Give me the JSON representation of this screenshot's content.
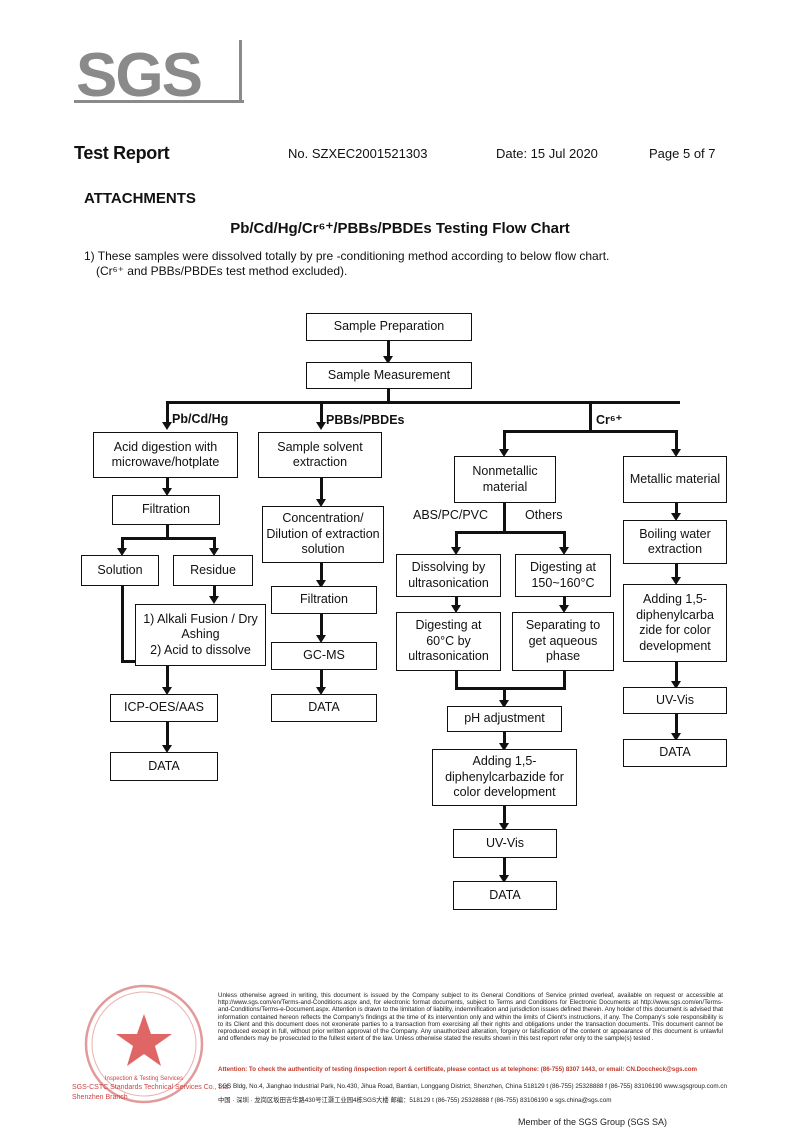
{
  "header": {
    "logo": "SGS",
    "title": "Test Report",
    "report_no": "No. SZXEC2001521303",
    "date": "Date: 15 Jul 2020",
    "page": "Page 5 of 7"
  },
  "attachments_heading": "ATTACHMENTS",
  "chart_title": "Pb/Cd/Hg/Cr⁶⁺/PBBs/PBDEs Testing Flow Chart",
  "intro": {
    "line1": "1) These samples were dissolved totally by pre -conditioning method according to below flow chart.",
    "line2": "(Cr⁶⁺ and PBBs/PBDEs test method excluded)."
  },
  "flow": {
    "sample_preparation": "Sample Preparation",
    "sample_measurement": "Sample Measurement",
    "branch_metals": "Pb/Cd/Hg",
    "branch_pbb": "PBBs/PBDEs",
    "branch_cr": "Cr⁶⁺",
    "acid_digestion": "Acid digestion with microwave/hotplate",
    "filtration_1": "Filtration",
    "solution": "Solution",
    "residue": "Residue",
    "alkali_fusion": "1) Alkali Fusion / Dry Ashing\n2) Acid to dissolve",
    "icp": "ICP-OES/AAS",
    "data_1": "DATA",
    "sample_solvent": "Sample solvent extraction",
    "concentration": "Concentration/ Dilution of extraction solution",
    "filtration_2": "Filtration",
    "gcms": "GC-MS",
    "data_2": "DATA",
    "nonmetallic": "Nonmetallic material",
    "abs_label": "ABS/PC/PVC",
    "others_label": "Others",
    "dissolving": "Dissolving by ultrasonication",
    "digesting_150": "Digesting at 150~160°C",
    "digesting_60": "Digesting at 60°C by ultrasonication",
    "separating": "Separating to get aqueous phase",
    "ph": "pH adjustment",
    "adding_center": "Adding 1,5- diphenylcarbazide for color development",
    "uvvis_center": "UV-Vis",
    "data_center": "DATA",
    "metallic": "Metallic material",
    "boiling": "Boiling water extraction",
    "adding_right": "Adding 1,5- diphenylcarba zide for color development",
    "uvvis_right": "UV-Vis",
    "data_right": "DATA"
  },
  "footer": {
    "fine_print": "Unless otherwise agreed in writing, this document is issued by the Company subject to its General Conditions of Service printed overleaf, available on request or accessible at http://www.sgs.com/en/Terms-and-Conditions.aspx and, for electronic format documents, subject to Terms and Conditions for Electronic Documents at http://www.sgs.com/en/Terms-and-Conditions/Terms-e-Document.aspx. Attention is drawn to the limitation of liability, indemnification and jurisdiction issues defined therein. Any holder of this document is advised that information contained hereon reflects the Company's findings at the time of its intervention only and within the limits of Client's instructions, if any. The Company's sole responsibility is to its Client and this document does not exonerate parties to a transaction from exercising all their rights and obligations under the transaction documents. This document cannot be reproduced except in full, without prior written approval of the Company. Any unauthorized alteration, forgery or falsification of the content or appearance of this document is unlawful and offenders may be prosecuted to the fullest extent of the law. Unless otherwise stated the results shown in this test report refer only to the sample(s) tested .",
    "attention": "Attention: To check the authenticity of testing /inspection report & certificate, please contact us at telephone: (86-755) 8307 1443, or email: CN.Doccheck@sgs.com",
    "address_en": "SGS Bldg, No.4, Jianghao Industrial Park, No.430, Jihua Road, Bantian, Longgang District, Shenzhen, China 518129   t (86-755) 25328888   f (86-755) 83106190   www.sgsgroup.com.cn",
    "address_cn": "中国 · 深圳 · 龙岗区坂田吉华路430号江灏工业园4栋SGS大楼      邮编：518129   t (86-755) 25328888   f (86-755) 83106190   e sgs.china@sgs.com",
    "member": "Member of the SGS Group (SGS SA)",
    "seal_text_1": "SGS-CSTC Standards Technical Services Co., Ltd.",
    "seal_text_2": "Shenzhen Branch"
  },
  "colors": {
    "ink": "#111111",
    "logo_gray": "#8a8a8a",
    "seal_red": "#d9534f"
  }
}
